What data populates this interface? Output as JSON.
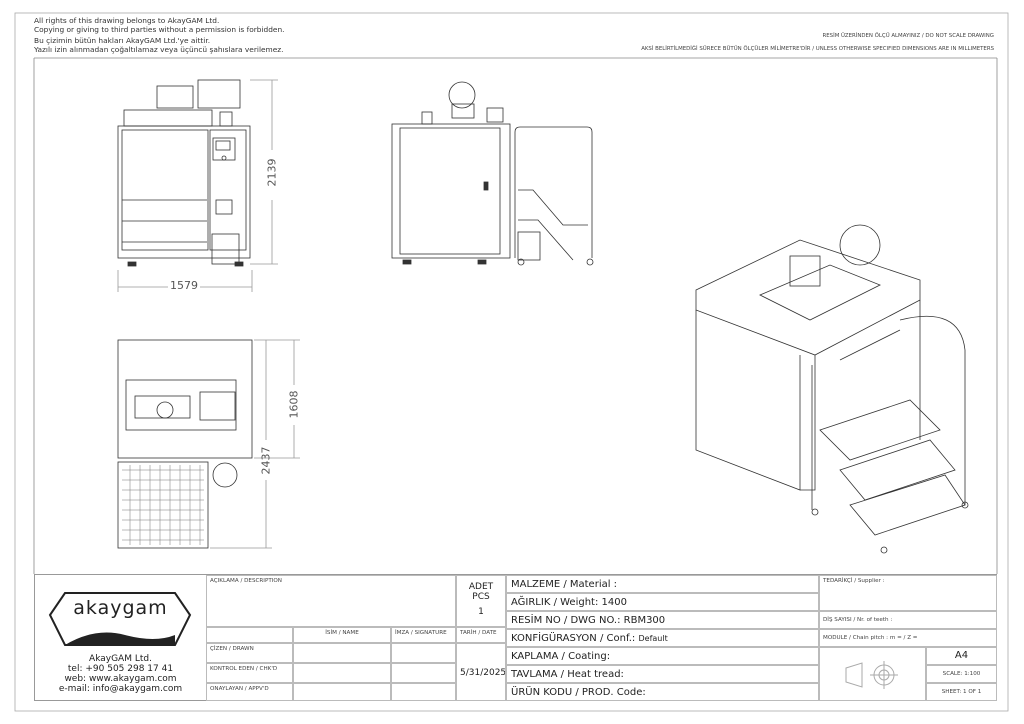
{
  "header": {
    "rights_en_1": "All rights of this drawing belongs to AkayGAM Ltd.",
    "rights_en_2": "Copying or giving to third parties without a permission is forbidden.",
    "rights_tr_1": "Bu çizimin bütün hakları AkayGAM Ltd.'ye aittir.",
    "rights_tr_2": "Yazılı izin alınmadan çoğaltılamaz veya üçüncü şahıslara verilemez.",
    "no_scale": "RESİM ÜZERİNDEN ÖLÇÜ ALMAYINIZ / DO NOT SCALE DRAWING",
    "units_note": "AKSİ BELİRTİLMEDİĞİ SÜRECE BÜTÜN ÖLÇÜLER MİLİMETRE'DİR / UNLESS OTHERWISE SPECIFIED DIMENSIONS ARE IN MILLIMETERS"
  },
  "dimensions": {
    "front_width": "1579",
    "front_height": "2139",
    "top_depth": "1608",
    "top_total": "2437"
  },
  "title_block": {
    "logo_text": "akaygam",
    "company": "AkayGAM Ltd.",
    "tel": "tel: +90 505 298 17 41",
    "web": "web: www.akaygam.com",
    "email": "e-mail: info@akaygam.com",
    "description_label": "AÇIKLAMA / DESCRIPTION",
    "pcs_label_1": "ADET",
    "pcs_label_2": "PCS",
    "pcs_value": "1",
    "name_label": "İSİM / NAME",
    "signature_label": "İMZA / SIGNATURE",
    "date_label": "TARİH / DATE",
    "drawn_label": "ÇİZEN / DRAWN",
    "checked_label": "KONTROL EDEN / CHK'D",
    "approved_label": "ONAYLAYAN / APPV'D",
    "date_value": "5/31/2025",
    "material": "MALZEME / Material :",
    "weight": "AĞIRLIK / Weight: 1400",
    "dwg_no": "RESİM NO / DWG NO.:  RBM300",
    "conf_label": "KONFİGÜRASYON / Conf.:",
    "conf_value": "Default",
    "coating": "KAPLAMA / Coating:",
    "heat": "TAVLAMA / Heat tread:",
    "prod_code": "ÜRÜN KODU / PROD. Code:",
    "supplier": "TEDARİKÇİ / Supplier :",
    "teeth": "DİŞ SAYISI / Nr. of teeth :",
    "module": "MODULE / Chain pitch :  m =   / Z =",
    "paper": "A4",
    "scale": "SCALE: 1:100",
    "sheet": "SHEET: 1 OF 1"
  }
}
